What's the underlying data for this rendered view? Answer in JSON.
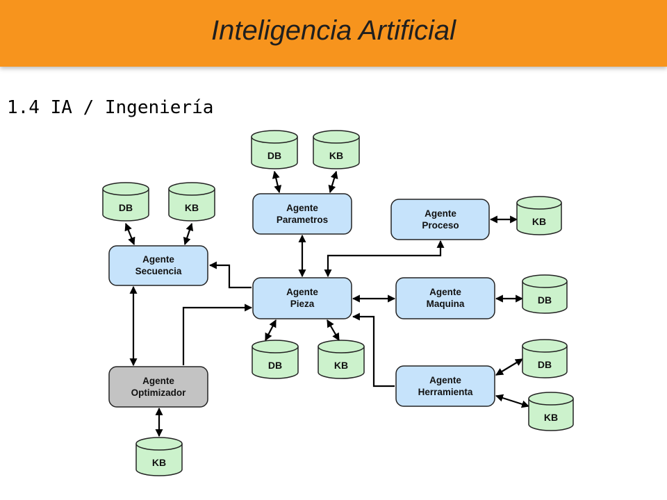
{
  "header": {
    "title": "Inteligencia Artificial",
    "color": "#f7941d"
  },
  "section": {
    "title": "1.4 IA / Ingeniería"
  },
  "colors": {
    "agent_box": "#c6e3fb",
    "optimizer_box": "#c3c3c3",
    "storage_cylinder": "#ccf2cc"
  },
  "agents": [
    {
      "id": "parametros",
      "line1": "Agente",
      "line2": "Parametros"
    },
    {
      "id": "proceso",
      "line1": "Agente",
      "line2": "Proceso"
    },
    {
      "id": "secuencia",
      "line1": "Agente",
      "line2": "Secuencia"
    },
    {
      "id": "pieza",
      "line1": "Agente",
      "line2": "Pieza"
    },
    {
      "id": "maquina",
      "line1": "Agente",
      "line2": "Maquina"
    },
    {
      "id": "optimizador",
      "line1": "Agente",
      "line2": "Optimizador"
    },
    {
      "id": "herramienta",
      "line1": "Agente",
      "line2": "Herramienta"
    }
  ],
  "stores": [
    {
      "id": "db-parametros",
      "label": "DB"
    },
    {
      "id": "kb-parametros",
      "label": "KB"
    },
    {
      "id": "db-secuencia",
      "label": "DB"
    },
    {
      "id": "kb-secuencia",
      "label": "KB"
    },
    {
      "id": "kb-proceso",
      "label": "KB"
    },
    {
      "id": "db-maquina",
      "label": "DB"
    },
    {
      "id": "db-pieza",
      "label": "DB"
    },
    {
      "id": "kb-pieza",
      "label": "KB"
    },
    {
      "id": "db-herramienta",
      "label": "DB"
    },
    {
      "id": "kb-herramienta",
      "label": "KB"
    },
    {
      "id": "kb-optimizador",
      "label": "KB"
    }
  ]
}
